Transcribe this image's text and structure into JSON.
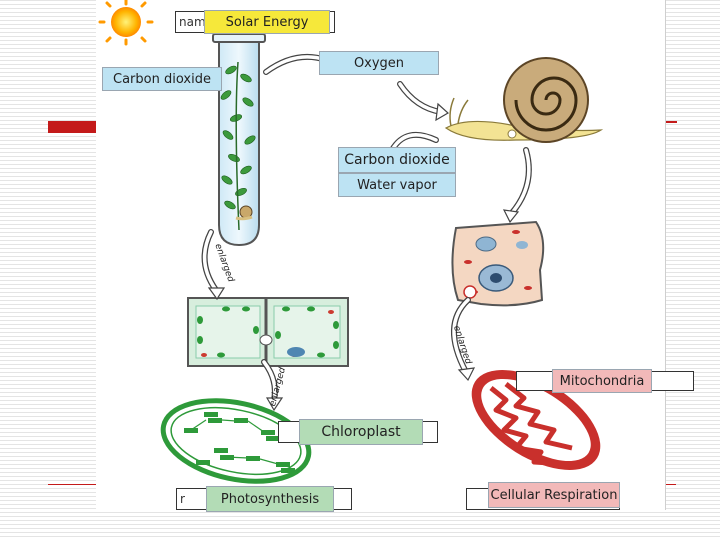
{
  "labels": {
    "solar_energy": "Solar Energy",
    "carbon_dioxide_left": "Carbon dioxide",
    "oxygen": "Oxygen",
    "carbon_dioxide_right": "Carbon dioxide",
    "water_vapor": "Water vapor",
    "mitochondria": "Mitochondria",
    "chloroplast": "Chloroplast",
    "photosynthesis": "Photosynthesis",
    "cellular_respiration": "Cellular Respiration"
  },
  "answer_prefix": {
    "name": "nam",
    "photosynthesis_box": "r"
  },
  "annotations": {
    "enlarged": "enlarged"
  },
  "colors": {
    "yellow_label": "#f6e83a",
    "blue_label": "#bde3f3",
    "green_label": "#b3dcb6",
    "pink_label": "#f2b9b9",
    "chloroplast_green": "#2e9a3a",
    "mitochondria_red": "#c9302c",
    "slide_accent": "#c41a1a"
  }
}
